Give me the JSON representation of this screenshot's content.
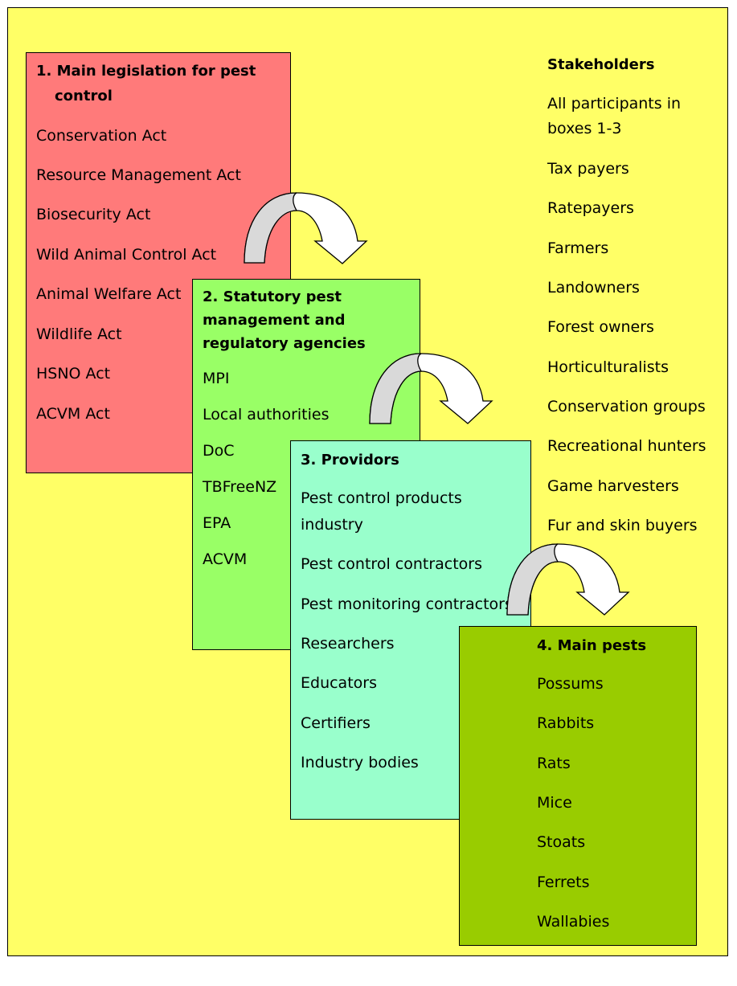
{
  "box1": {
    "title_line1": "1. Main legislation for pest",
    "title_line2": "control",
    "items": [
      "Conservation Act",
      "Resource Management Act",
      "Biosecurity Act",
      "Wild Animal Control Act",
      "Animal Welfare Act",
      "Wildlife Act",
      "HSNO Act",
      "ACVM Act"
    ]
  },
  "box2": {
    "title_line1": "2. Statutory pest",
    "title_line2": "management and",
    "title_line3": "regulatory agencies",
    "items": [
      "MPI",
      "Local authorities",
      "DoC",
      "TBFreeNZ",
      "EPA",
      "ACVM"
    ]
  },
  "box3": {
    "title": "3. Providors",
    "items": [
      "Pest control products",
      "industry",
      "Pest control contractors",
      "Pest monitoring contractors",
      "Researchers",
      "Educators",
      "Certifiers",
      "Industry bodies"
    ]
  },
  "box4": {
    "title": "4. Main pests",
    "items": [
      "Possums",
      "Rabbits",
      "Rats",
      "Mice",
      "Stoats",
      "Ferrets",
      "Wallabies"
    ]
  },
  "stakeholders": {
    "title": "Stakeholders",
    "items": [
      "All participants in",
      "boxes 1-3",
      "Tax payers",
      "Ratepayers",
      "Farmers",
      "Landowners",
      "Forest owners",
      "Horticulturalists",
      "Conservation groups",
      "Recreational hunters",
      "Game harvesters",
      "Fur and skin buyers"
    ]
  },
  "colors": {
    "background": "#ffff66",
    "box1": "#ff7a7a",
    "box2": "#99ff66",
    "box3": "#99ffcc",
    "box4": "#99cc00",
    "arrow_shade": "#d9d9d9"
  }
}
